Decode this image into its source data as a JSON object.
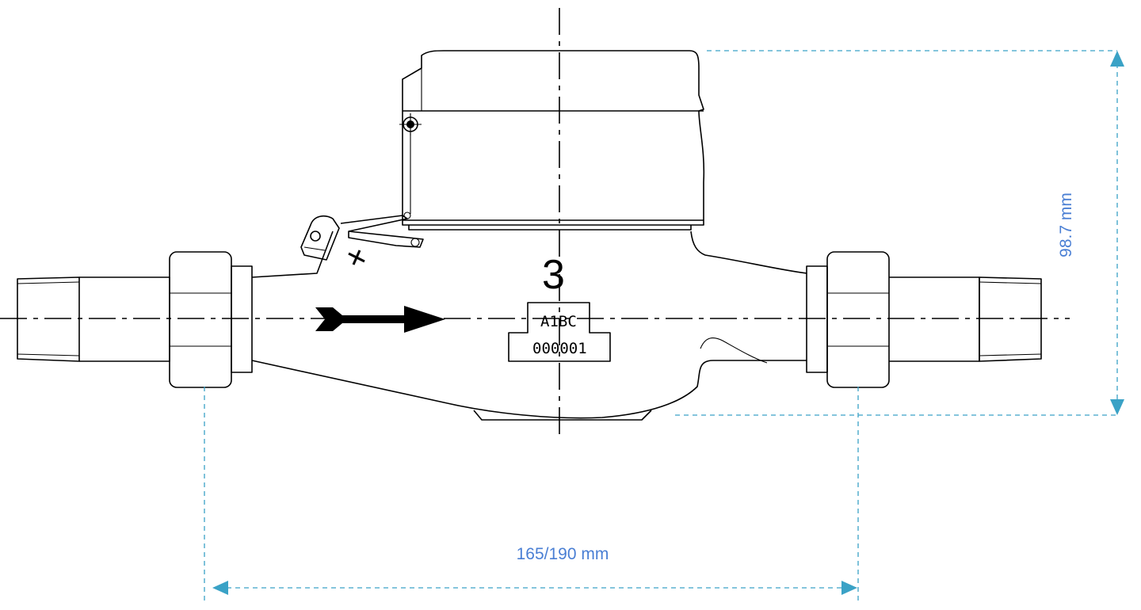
{
  "meter": {
    "marking_number": "3",
    "plate_top": "A1BC",
    "plate_bottom": "000001"
  },
  "dimensions": {
    "height_label": "98.7 mm",
    "length_label": "165/190 mm"
  },
  "colors": {
    "dimension": "#3aa2c6",
    "dimension_text": "#4a7fd4",
    "outline": "#000000"
  }
}
